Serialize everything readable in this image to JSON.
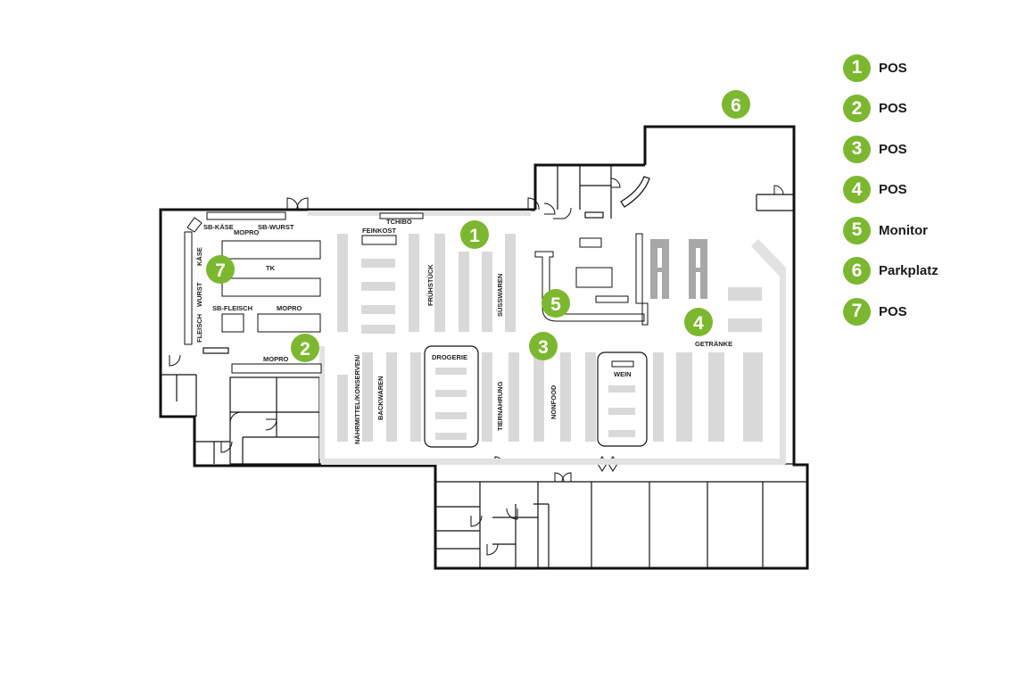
{
  "accent_color": "#7cb82f",
  "wall_color": "#111111",
  "shelf_color": "#d9d9d9",
  "legend": [
    {
      "num": "1",
      "label": "POS"
    },
    {
      "num": "2",
      "label": "POS"
    },
    {
      "num": "3",
      "label": "POS"
    },
    {
      "num": "4",
      "label": "POS"
    },
    {
      "num": "5",
      "label": "Monitor"
    },
    {
      "num": "6",
      "label": "Parkplatz"
    },
    {
      "num": "7",
      "label": "POS"
    }
  ],
  "markers": [
    "1",
    "2",
    "3",
    "4",
    "5",
    "6",
    "7"
  ],
  "zones": {
    "sb_kaese": "SB-KÄSE",
    "mopro_top": "MOPRO",
    "sb_wurst": "SB-WURST",
    "tchibo": "TCHIBO",
    "feinkost": "FEINKOST",
    "kaese": "KÄSE",
    "wurst": "WURST",
    "fleisch": "FLEISCH",
    "tk": "TK",
    "sb_fleisch": "SB-FLEISCH",
    "mopro_mid": "MOPRO",
    "mopro_bottom": "MOPRO",
    "fruehstueck": "FRÜHSTÜCK",
    "suesswaren": "SÜSSWAREN",
    "naehrmittel": "NÄHRMITTEL/KONSERVEN/",
    "backwaren": "BACKWAREN",
    "drogerie": "DROGERIE",
    "tiernahrung": "TIERNAHRUNG",
    "nonfood": "NONFOOD",
    "wein": "WEIN",
    "getraenke": "GETRÄNKE"
  }
}
